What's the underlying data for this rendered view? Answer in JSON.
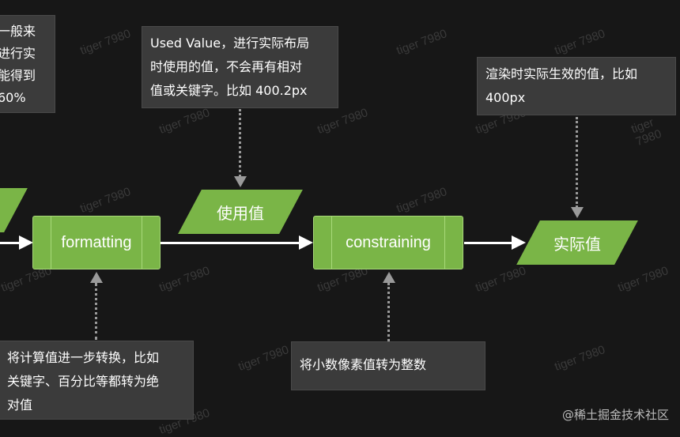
{
  "notes": {
    "top_left": "一般来\n进行实\n能得到\n 60%",
    "used_value": "Used Value，进行实际布局\n时使用的值，不会再有相对\n值或关键字。比如 400.2px",
    "actual_value": "渲染时实际生效的值，比如\n400px",
    "formatting": "将计算值进一步转换，比如\n关键字、百分比等都转为绝\n对值",
    "constraining": "将小数像素值转为整数"
  },
  "nodes": {
    "formatting": "formatting",
    "used_value": "使用值",
    "constraining": "constraining",
    "actual_value": "实际值"
  },
  "watermark": "tiger 7980",
  "brand": "@稀土掘金技术社区",
  "colors": {
    "node_fill": "#7ab547",
    "node_border": "#a8d979",
    "note_bg": "#3b3b3b",
    "background": "#171717"
  }
}
